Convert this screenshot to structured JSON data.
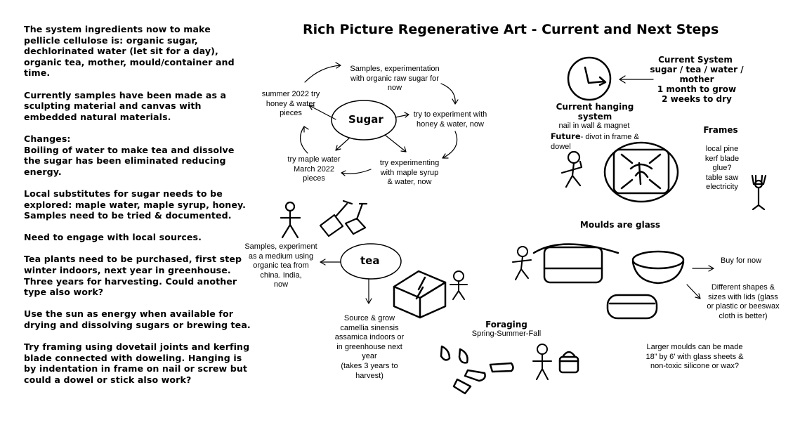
{
  "title": "Rich Picture Regenerative Art - Current and Next Steps",
  "left_notes": [
    "The system ingredients now to make\npellicle cellulose is: organic sugar,\ndechlorinated water (let sit for a day),\norganic tea, mother, mould/container and\ntime.",
    "Currently samples have been made as a\nsculpting material and canvas with\nembedded natural materials.",
    "Changes:\nBoiling of water to make tea and dissolve\nthe sugar has been eliminated reducing\nenergy.",
    "Local substitutes for sugar needs to be\nexplored: maple water, maple syrup, honey.\nSamples need to be tried & documented.",
    "Need to engage with local sources.",
    "Tea plants need to be purchased, first step\nwinter indoors, next year in greenhouse.\nThree years for harvesting. Could another\ntype also work?",
    "Use the sun as energy when available for\ndrying and dissolving sugars or brewing tea.",
    "Try framing using dovetail joints and kerfing\nblade connected with doweling. Hanging is\nby indentation in frame on nail or screw but\ncould a dowel or stick also work?"
  ],
  "sugar": {
    "center": "Sugar",
    "samples_now": "Samples, experimentation\nwith organic raw sugar for\nnow",
    "honey_now": "try to experiment with\nhoney & water, now",
    "maple_syrup_now": "try experimenting\nwith maple syrup\n& water, now",
    "maple_water": "try maple water\nMarch 2022\npieces",
    "summer": "summer 2022 try\nhoney & water\npieces"
  },
  "current_system": {
    "heading": "Current System",
    "lines": "sugar / tea / water / mother\n1 month to grow\n2 weeks to dry"
  },
  "hanging": {
    "heading": "Current hanging\nsystem",
    "nail": "nail in wall & magnet",
    "future_label": "Future",
    "future_text": "- divot in frame &\ndowel"
  },
  "frames": {
    "heading": "Frames",
    "items": "local pine\nkerf blade\nglue?\ntable saw\nelectricity"
  },
  "tea": {
    "center": "tea",
    "samples": "Samples, experiment\nas a medium using\norganic tea from\nchina. India,\nnow",
    "source": "Source & grow\ncamellia sinensis\nassamica indoors or\nin greenhouse next\nyear\n(takes 3 years to\nharvest)"
  },
  "moulds": {
    "heading": "Moulds are glass",
    "buy": "Buy for now",
    "shapes": "Different shapes &\nsizes with lids (glass\nor plastic or beeswax\ncloth is better)",
    "larger": "Larger moulds can be made\n18” by 6’ with glass sheets &\nnon-toxic silicone or wax?"
  },
  "foraging": {
    "heading": "Foraging",
    "seasons": "Spring-Summer-Fall"
  }
}
